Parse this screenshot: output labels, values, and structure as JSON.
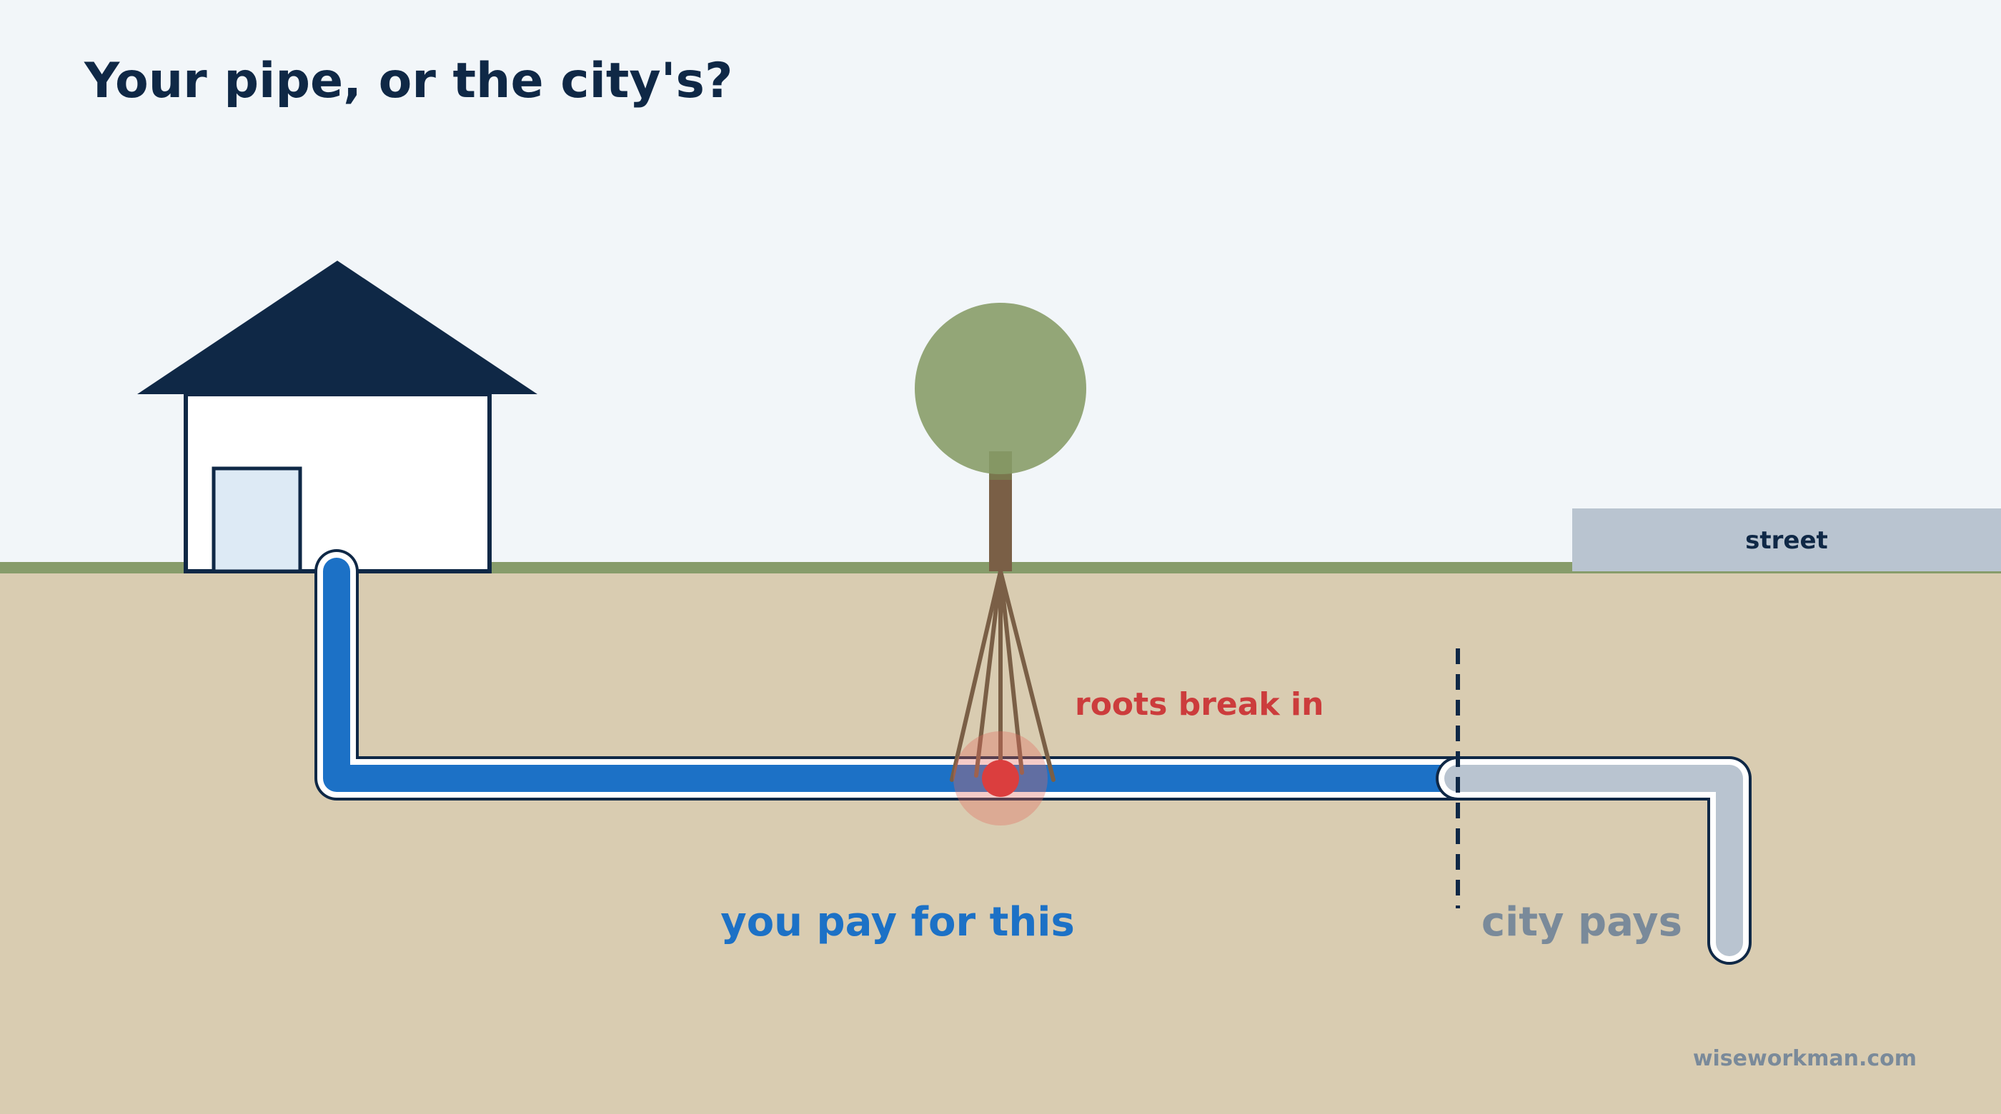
{
  "title": "Your pipe, or the city's?",
  "labels": {
    "street": "street",
    "roots": "roots break in",
    "you_pay": "you pay for this",
    "city_pays": "city pays",
    "watermark": "wiseworkman.com"
  },
  "colors": {
    "sky": "#f2f6f9",
    "ground": "#d9ccb1",
    "grass": "#879c6b",
    "navy": "#0f2846",
    "private_pipe": "#1c71c6",
    "city_pipe": "#b9c4d0",
    "street": "#b9c4d0",
    "tree_canopy": "#93a677",
    "tree_trunk": "#7a5f46",
    "break_point": "#db3e3e",
    "roots_text": "#cc3c3c",
    "city_text": "#7a8a9a",
    "house_wall": "#ffffff",
    "door": "#ddeaf5"
  },
  "icons": {
    "house": "house-icon",
    "tree": "tree-icon",
    "break": "pipe-break-icon"
  }
}
